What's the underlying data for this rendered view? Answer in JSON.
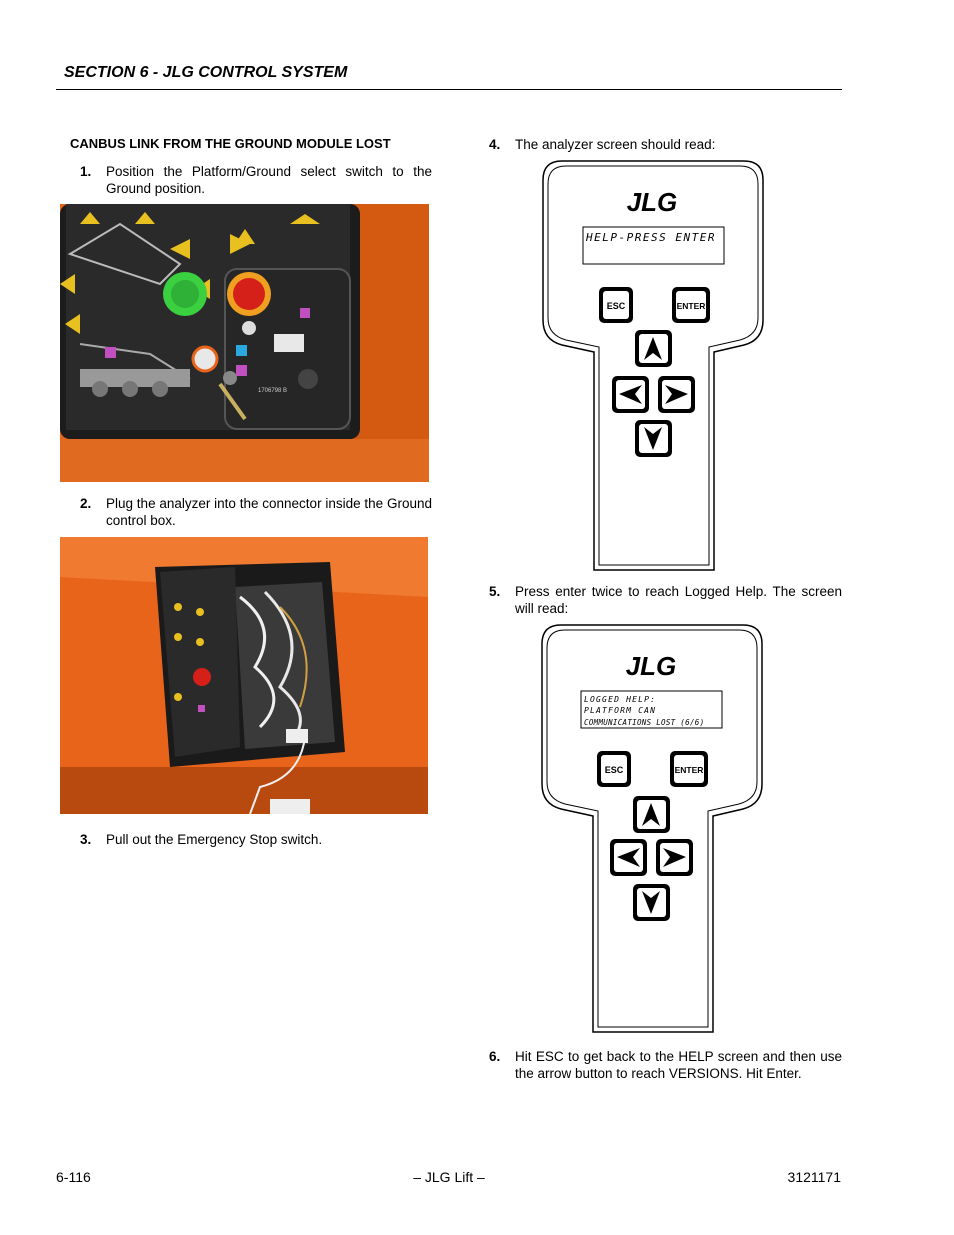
{
  "header": {
    "section_title": "SECTION 6 - JLG CONTROL SYSTEM"
  },
  "heading": "CANBUS LINK FROM THE GROUND MODULE LOST",
  "steps": [
    {
      "num": "1.",
      "text": "Position the Platform/Ground select switch to the Ground position."
    },
    {
      "num": "2.",
      "text": "Plug the analyzer into the connector inside the Ground control box."
    },
    {
      "num": "3.",
      "text": "Pull out the Emergency Stop switch."
    },
    {
      "num": "4.",
      "text": "The analyzer screen should read:"
    },
    {
      "num": "5.",
      "text": "Press enter twice to reach Logged Help. The screen will read:"
    },
    {
      "num": "6.",
      "text": "Hit ESC to get back to the HELP screen and then use the arrow button to reach VERSIONS. Hit Enter."
    }
  ],
  "analyzer1": {
    "brand": "JLG",
    "screen_lines": [
      "HELP-PRESS ENTER"
    ],
    "esc_label": "ESC",
    "enter_label": "ENTER"
  },
  "analyzer2": {
    "brand": "JLG",
    "screen_lines": [
      "LOGGED HELP:",
      "PLATFORM CAN",
      "COMMUNICATIONS LOST (6/6)"
    ],
    "esc_label": "ESC",
    "enter_label": "ENTER"
  },
  "photo1": {
    "label_text": "1706798 B"
  },
  "footer": {
    "page_number": "6-116",
    "center": "– JLG Lift –",
    "doc_number": "3121171"
  },
  "colors": {
    "machine_orange": "#e8641a",
    "panel_black": "#1a1a1a",
    "estop_red": "#d42018",
    "switch_green": "#38c040"
  }
}
